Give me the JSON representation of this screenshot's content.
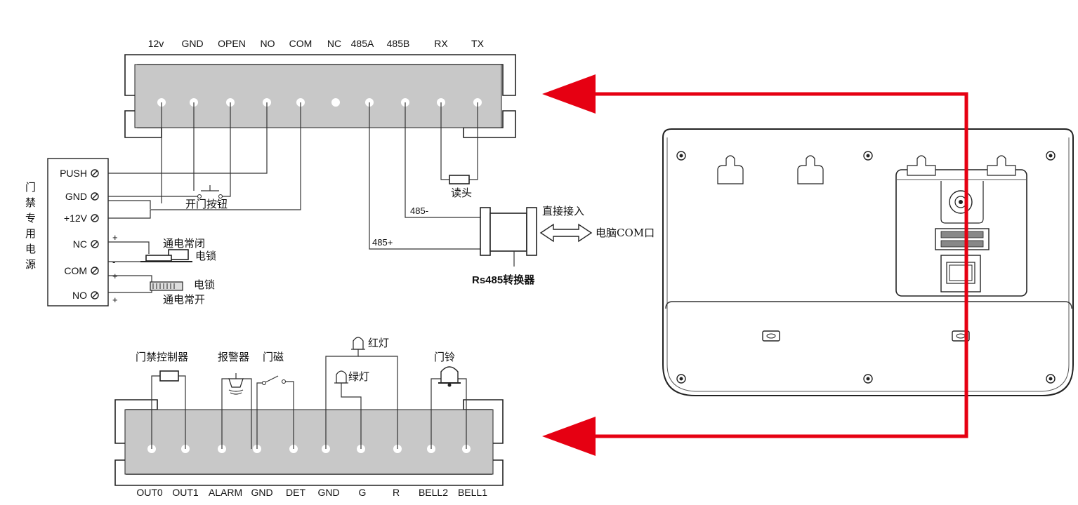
{
  "top_terminal": {
    "labels": [
      "12v",
      "GND",
      "OPEN",
      "NO",
      "COM",
      "NC",
      "485A",
      "485B",
      "RX",
      "TX"
    ]
  },
  "bottom_terminal": {
    "labels": [
      "OUT0",
      "OUT1",
      "ALARM",
      "GND",
      "DET",
      "GND",
      "G",
      "R",
      "BELL2",
      "BELL1"
    ]
  },
  "power_box": {
    "title": "门禁专用电源",
    "terminals": [
      "PUSH",
      "GND",
      "+12V",
      "NC",
      "COM",
      "NO"
    ],
    "plus_sign": "+",
    "minus_sign": "-"
  },
  "components": {
    "reader": "读头",
    "exit_button": "开门按钮",
    "nc_lock_line1": "通电常闭",
    "nc_lock_line2": "电锁",
    "no_lock_line1": "电锁",
    "no_lock_line2": "通电常开",
    "rs485_minus": "485-",
    "rs485_plus": "485+",
    "converter": "Rs485转换器",
    "direct_access": "直接接入",
    "pc_com": "电脑COM口",
    "access_controller": "门禁控制器",
    "alarm": "报警器",
    "door_sensor": "门磁",
    "red_light": "红灯",
    "green_light": "绿灯",
    "doorbell": "门铃"
  },
  "colors": {
    "arrow": "#e60012",
    "terminal_block": "#c8c8c8"
  }
}
